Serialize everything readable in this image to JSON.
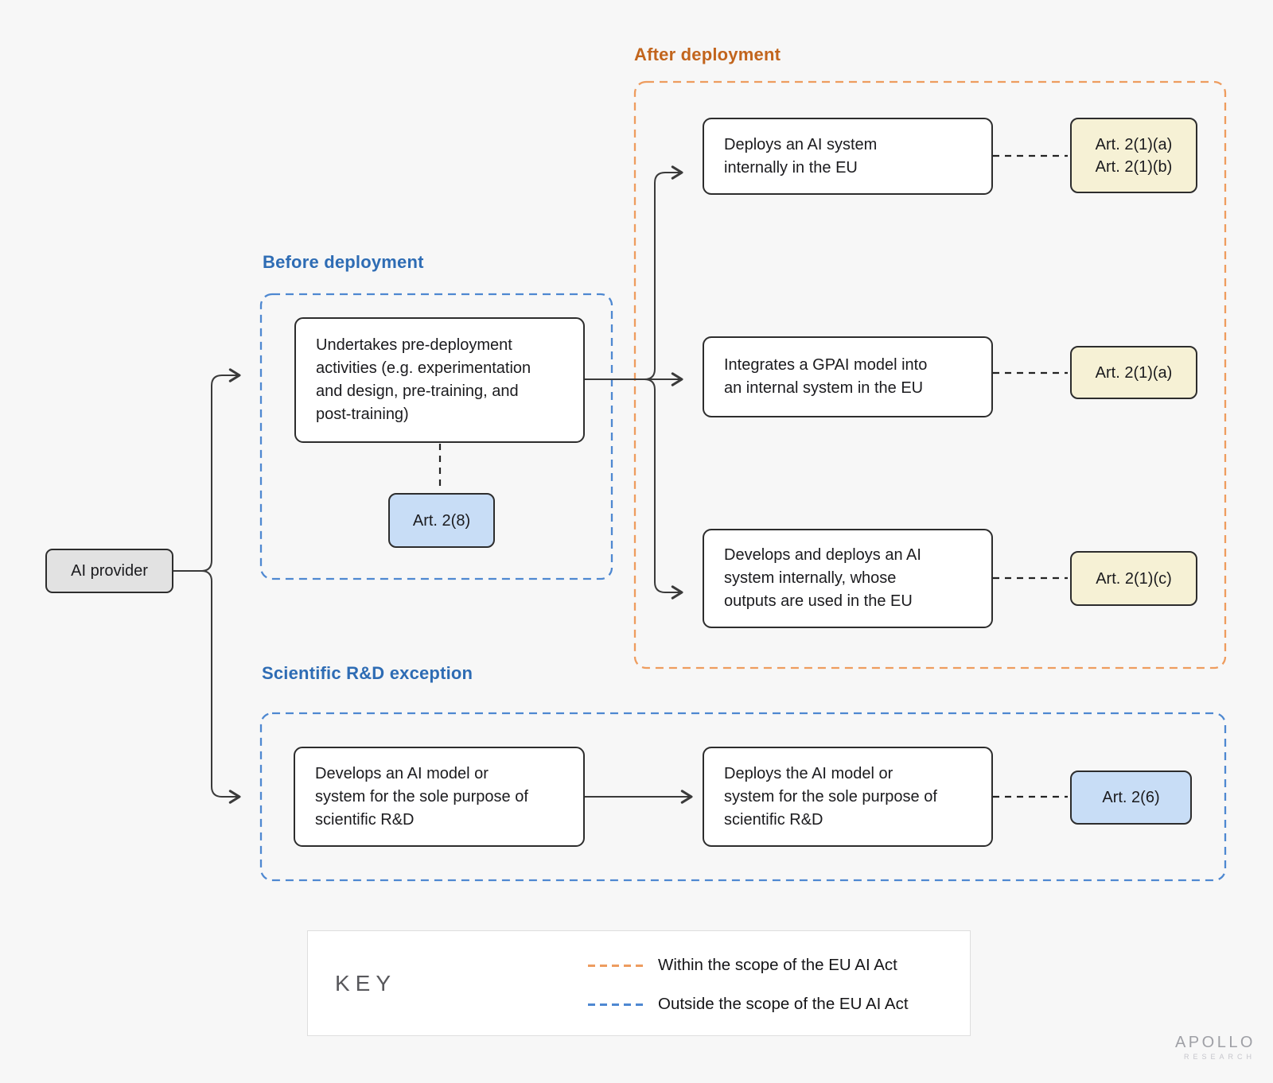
{
  "root": {
    "label": "AI provider"
  },
  "groups": {
    "after": {
      "title": "After deployment"
    },
    "before": {
      "title": "Before deployment"
    },
    "scientific": {
      "title": "Scientific R&D exception"
    }
  },
  "nodes": {
    "deploys_internally": {
      "lines": [
        "Deploys an AI system",
        "internally in the EU"
      ]
    },
    "integrates_gpai": {
      "lines": [
        "Integrates a GPAI model into",
        "an internal system in the EU"
      ]
    },
    "develops_deploys": {
      "lines": [
        "Develops and deploys an AI",
        "system internally, whose",
        "outputs are used in the EU"
      ]
    },
    "undertakes": {
      "lines": [
        "Undertakes pre-deployment",
        "activities (e.g. experimentation",
        "and design, pre-training, and",
        "post-training)"
      ]
    },
    "sci_develops": {
      "lines": [
        "Develops an AI model or",
        "system for the sole purpose of",
        "scientific R&D"
      ]
    },
    "sci_deploys": {
      "lines": [
        "Deploys the AI model or",
        "system for the sole purpose of",
        "scientific R&D"
      ]
    }
  },
  "articles": {
    "a1": {
      "lines": [
        "Art. 2(1)(a)",
        "Art. 2(1)(b)"
      ]
    },
    "a2": {
      "label": "Art. 2(1)(a)"
    },
    "a3": {
      "label": "Art. 2(1)(c)"
    },
    "a8": {
      "label": "Art. 2(8)"
    },
    "a6": {
      "label": "Art. 2(6)"
    }
  },
  "key": {
    "title": "KEY",
    "items": [
      {
        "label": "Within the scope of the EU AI Act",
        "color": "#ED9C5F"
      },
      {
        "label": "Outside the scope of the EU AI Act",
        "color": "#4E88D1"
      }
    ]
  },
  "branding": {
    "line1": "APOLLO",
    "line2": "RESEARCH"
  },
  "colors": {
    "background": "#F7F7F7",
    "within_scope_dash": "#ED9C5F",
    "outside_scope_dash": "#4E88D1",
    "after_title": "#C2651D",
    "blue_title": "#2E6CB4",
    "article_yellow": "#F6F1D5",
    "article_blue": "#C8DDF6",
    "root_gray": "#E2E2E2"
  }
}
